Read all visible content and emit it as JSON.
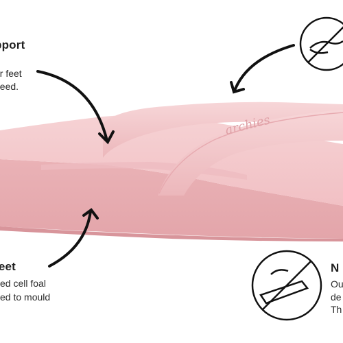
{
  "callouts": {
    "support": {
      "heading": "pport",
      "lines": [
        "ur feet",
        "need."
      ]
    },
    "feet": {
      "heading": "feet",
      "lines": [
        "ed cell foal",
        "ed to mould"
      ]
    },
    "right_feature": {
      "heading": "N",
      "lines": [
        "Ou",
        "de",
        "Th"
      ]
    }
  },
  "product": {
    "name": "Archies flip-flop",
    "color": "#f2bfc3",
    "strap_text": "archies"
  },
  "icons": [
    "no-bite-icon",
    "no-tear-icon"
  ],
  "colors": {
    "sole_top": "#f4c9cc",
    "sole_side": "#e8a9ae",
    "arrow": "#111111"
  }
}
